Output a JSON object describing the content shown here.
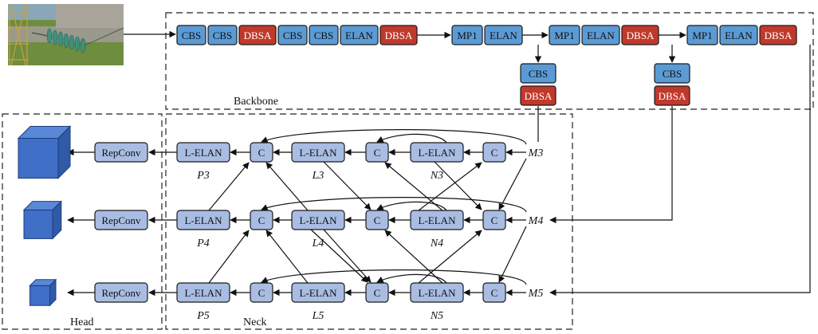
{
  "labels": {
    "backbone": "Backbone",
    "neck": "Neck",
    "head": "Head"
  },
  "colors": {
    "blue_block": "#5b9bd5",
    "red_block": "#c0392b",
    "light_block": "#a9bde3",
    "cube": "#3f6fc6",
    "border": "#1a1a1a",
    "photo_sky": "#7fa0b8",
    "photo_ground": "#6e8a3a"
  },
  "backbone": {
    "stage1": [
      "CBS",
      "CBS",
      "DBSA",
      "CBS",
      "CBS",
      "ELAN",
      "DBSA"
    ],
    "stage2": [
      "MP1",
      "ELAN"
    ],
    "stage3": [
      "MP1",
      "ELAN",
      "DBSA"
    ],
    "stage4": [
      "MP1",
      "ELAN",
      "DBSA"
    ],
    "branch1": [
      "CBS",
      "DBSA"
    ],
    "branch2": [
      "CBS",
      "DBSA"
    ]
  },
  "neck": {
    "inputs": [
      "M3",
      "M4",
      "M5"
    ],
    "concat": "C",
    "lelan": "L-ELAN",
    "left_labels": [
      "P3",
      "P4",
      "P5"
    ],
    "mid_labels": [
      "L3",
      "L4",
      "L5"
    ],
    "right_labels": [
      "N3",
      "N4",
      "N5"
    ]
  },
  "head": {
    "repconv": "RepConv"
  }
}
